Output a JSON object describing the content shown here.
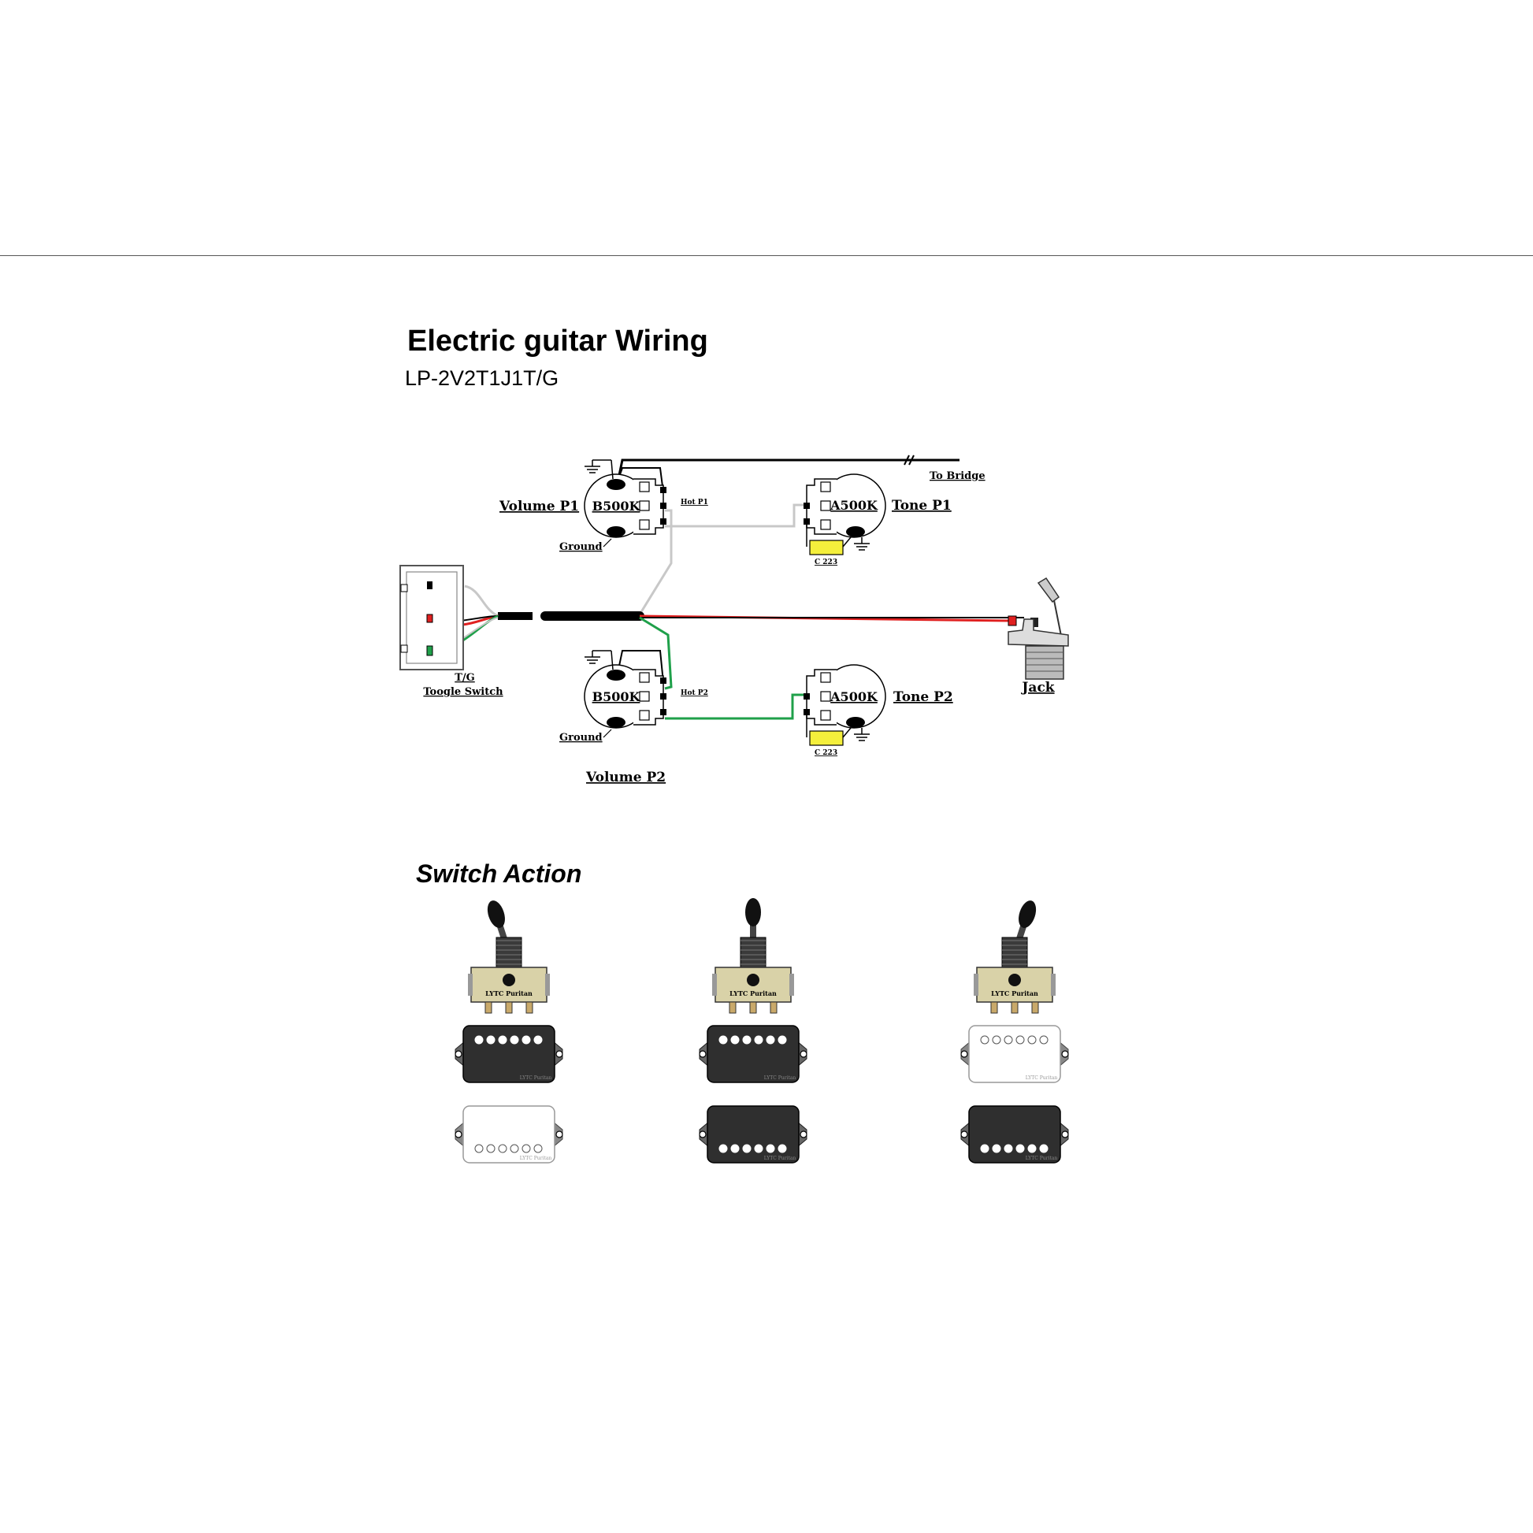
{
  "header": {
    "title": "Electric guitar Wiring",
    "model": "LP-2V2T1J1T/G"
  },
  "diagram": {
    "to_bridge": "To Bridge",
    "volume_p1": {
      "label": "Volume P1",
      "value": "B500K",
      "hot": "Hot P1",
      "ground": "Ground"
    },
    "volume_p2": {
      "label": "Volume P2",
      "value": "B500K",
      "hot": "Hot P2",
      "ground": "Ground"
    },
    "tone_p1": {
      "label": "Tone P1",
      "value": "A500K",
      "cap": "C 223"
    },
    "tone_p2": {
      "label": "Tone P2",
      "value": "A500K",
      "cap": "C 223"
    },
    "switch": {
      "line1": "T/G",
      "line2": "Toogle Switch"
    },
    "jack": "Jack",
    "wire_colors": {
      "hot": "#e02020",
      "ground": "#111111",
      "green": "#1fa04a",
      "white": "#c8c8c8",
      "cap": "#f4ef3c"
    }
  },
  "switch_action": {
    "title": "Switch Action",
    "brand": "LYTC Puritan",
    "pickup_brand": "LYTC Puritan",
    "positions": [
      {
        "lever": "left",
        "top_pickup": "active",
        "bottom_pickup": "inactive"
      },
      {
        "lever": "center",
        "top_pickup": "active",
        "bottom_pickup": "active"
      },
      {
        "lever": "right",
        "top_pickup": "inactive",
        "bottom_pickup": "active"
      }
    ]
  }
}
